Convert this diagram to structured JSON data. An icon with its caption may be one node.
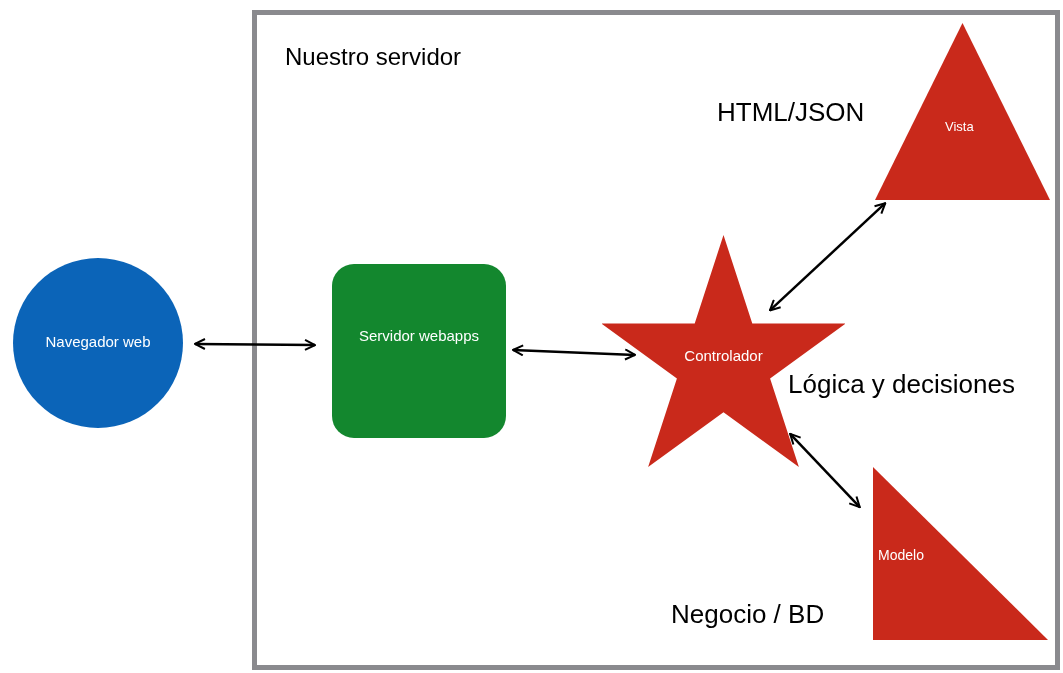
{
  "diagram": {
    "nodes": [
      {
        "text": [
          "Nuestro servidor"
        ]
      },
      {
        "text": [
          "Navegador web"
        ]
      },
      {
        "text": [
          "Servidor webapps"
        ],
        "in": 0
      },
      {
        "text": [
          "Controlador"
        ],
        "in": 0,
        "beside": [
          "Lógica y decisiones"
        ]
      },
      {
        "text": [
          "Vista"
        ],
        "in": 0,
        "beside": [
          "HTML/JSON"
        ]
      },
      {
        "text": [
          "Modelo"
        ],
        "in": 0,
        "beside": [
          "Negocio / BD"
        ]
      }
    ],
    "edges": [
      {
        "from": 1,
        "to": 2,
        "arrow": "both"
      },
      {
        "from": 2,
        "to": 3,
        "arrow": "both"
      },
      {
        "from": 3,
        "to": 4,
        "arrow": "both"
      },
      {
        "from": 3,
        "to": 5,
        "arrow": "both"
      }
    ]
  }
}
